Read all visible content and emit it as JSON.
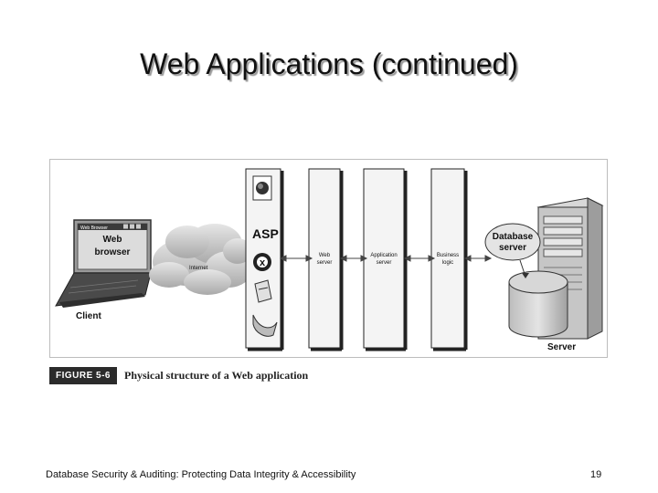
{
  "slide": {
    "title": "Web Applications (continued)",
    "footer": "Database Security & Auditing: Protecting Data Integrity & Accessibility",
    "page_number": "19"
  },
  "figure": {
    "badge": "FIGURE 5-6",
    "caption": "Physical structure of a Web application",
    "labels": {
      "browser_titlebar": "Web Browser",
      "browser_line1": "Web",
      "browser_line2": "browser",
      "client": "Client",
      "internet": "Internet",
      "web_server_line1": "Web",
      "web_server_line2": "server",
      "app_server_line1": "Application",
      "app_server_line2": "server",
      "business_logic_line1": "Business",
      "business_logic_line2": "logic",
      "db_server_line1": "Database",
      "db_server_line2": "server",
      "server": "Server",
      "asp_icon_text": "ASP"
    }
  }
}
